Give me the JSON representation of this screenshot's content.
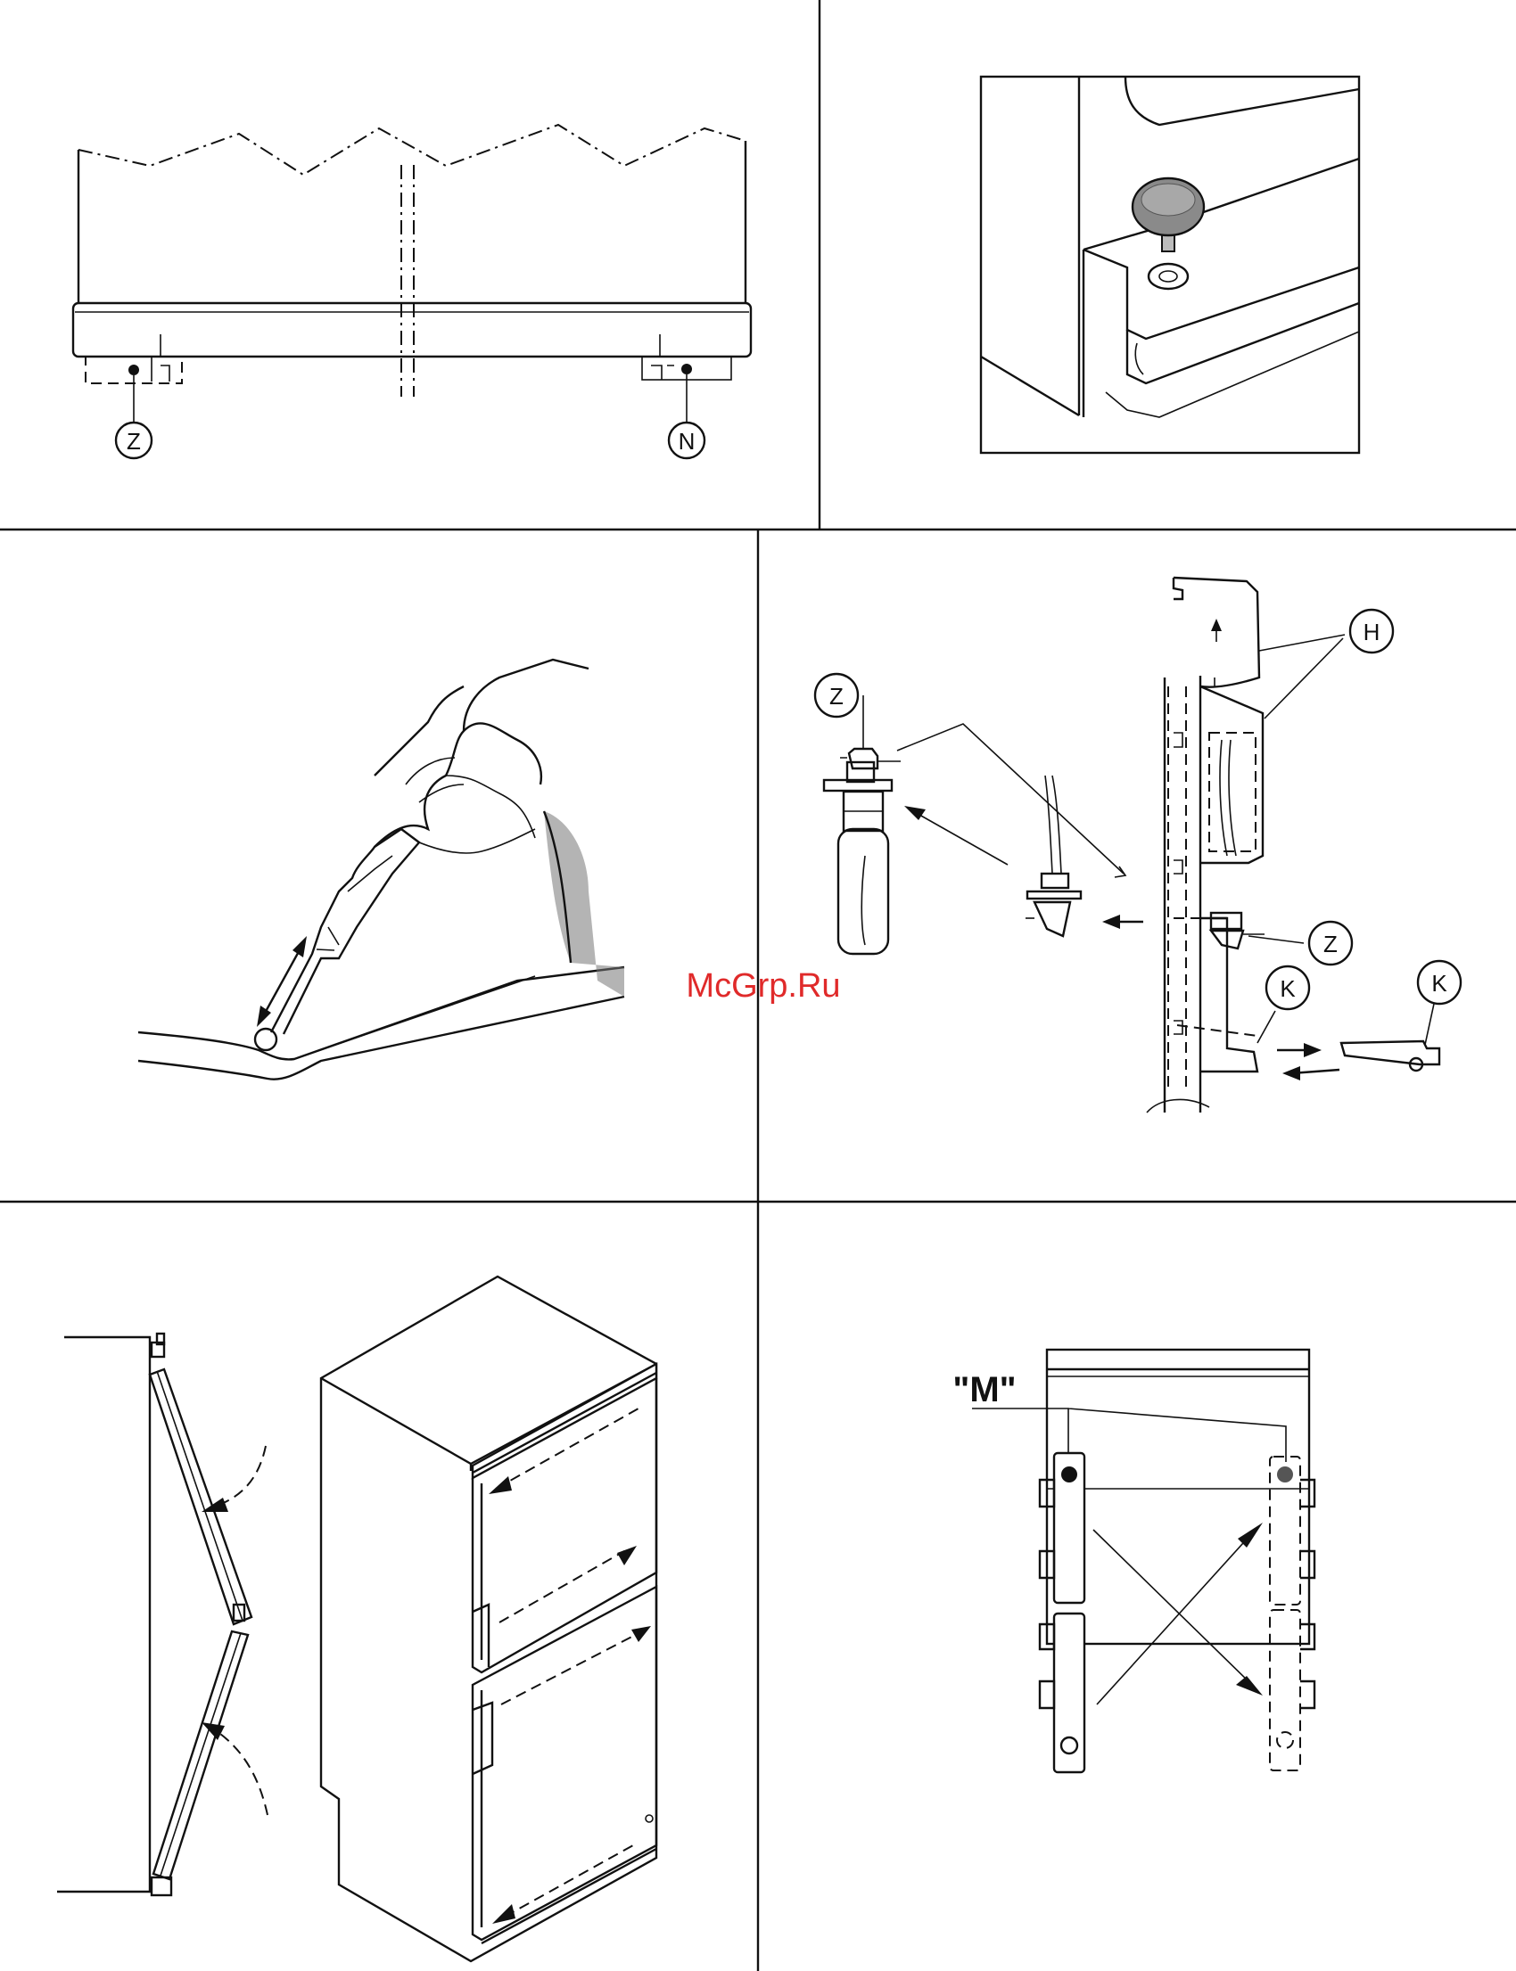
{
  "labels": {
    "panel1_left": "Z",
    "panel1_right": "N",
    "panel4_top_right": "H",
    "panel4_left": "Z",
    "panel4_right": "Z",
    "panel4_bottom_mid": "K",
    "panel4_bottom_right": "K",
    "panel6_mark": "\"M\""
  },
  "watermark": "McGrp.Ru",
  "colors": {
    "line": "#111111",
    "watermark": "#e02a2a",
    "background": "#ffffff",
    "knob": "#8a8a8a"
  }
}
